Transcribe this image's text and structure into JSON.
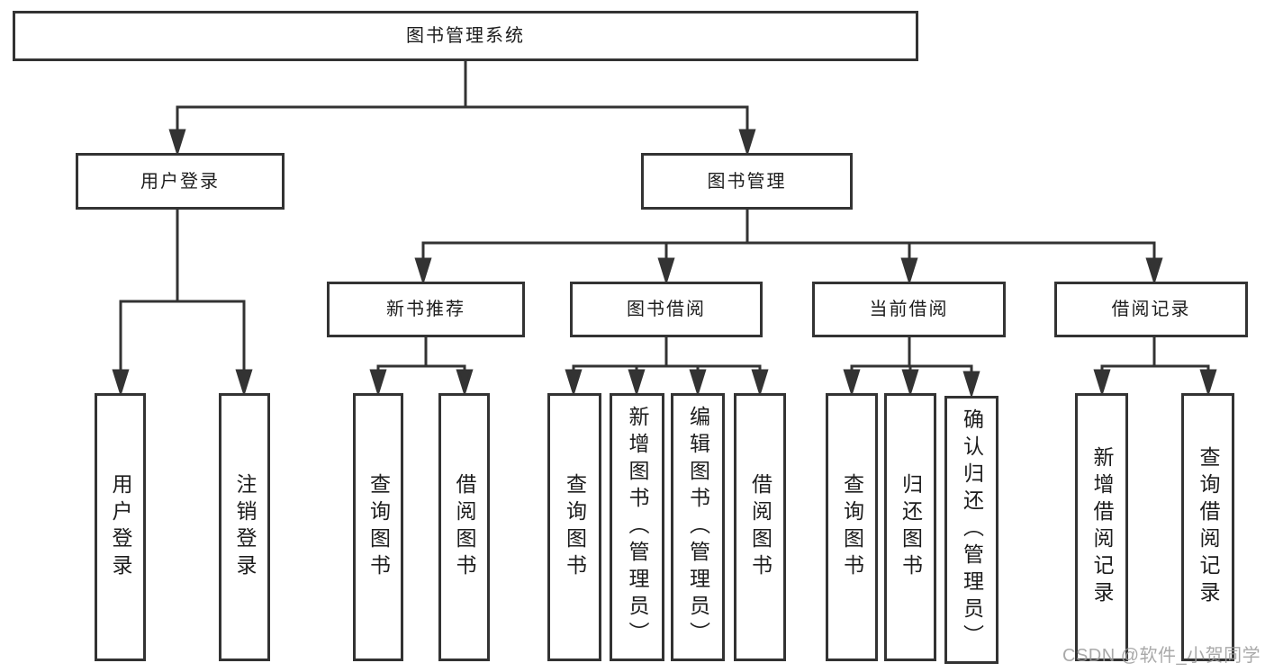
{
  "tree": {
    "root": {
      "label": "图书管理系统",
      "children": [
        {
          "label": "用户登录",
          "children": [
            {
              "label": "用户登录"
            },
            {
              "label": "注销登录"
            }
          ]
        },
        {
          "label": "图书管理",
          "children": [
            {
              "label": "新书推荐",
              "children": [
                {
                  "label": "查询图书"
                },
                {
                  "label": "借阅图书"
                }
              ]
            },
            {
              "label": "图书借阅",
              "children": [
                {
                  "label": "查询图书"
                },
                {
                  "label": "新增图书（管理员）"
                },
                {
                  "label": "编辑图书（管理员）"
                },
                {
                  "label": "借阅图书"
                }
              ]
            },
            {
              "label": "当前借阅",
              "children": [
                {
                  "label": "查询图书"
                },
                {
                  "label": "归还图书"
                },
                {
                  "label": "确认归还（管理员）"
                }
              ]
            },
            {
              "label": "借阅记录",
              "children": [
                {
                  "label": "新增借阅记录"
                },
                {
                  "label": "查询借阅记录"
                }
              ]
            }
          ]
        }
      ]
    }
  },
  "watermark": {
    "text": "CSDN @软件_小贺同学"
  },
  "colors": {
    "line": "#333333",
    "box_border": "#333333",
    "text": "#1d1d1d",
    "watermark_text": "#9b9b9b",
    "background": "#ffffff"
  }
}
